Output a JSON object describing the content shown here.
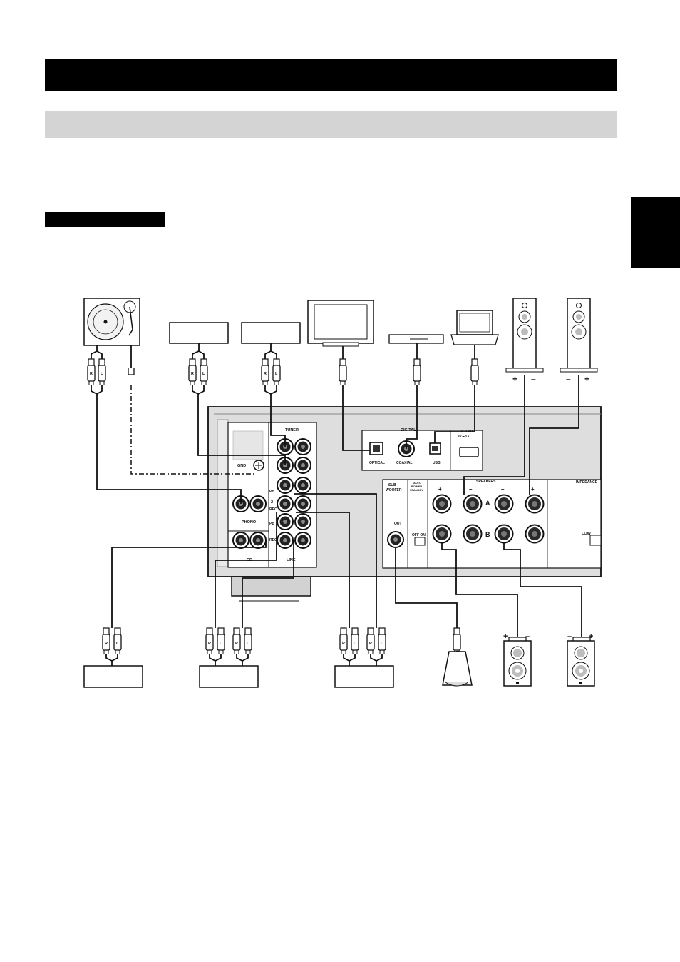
{
  "panel": {
    "tuner": "TUNER",
    "gnd": "GND",
    "phono": "PHONO",
    "cd": "CD",
    "line": "LINE",
    "line1": "1",
    "line2": "2",
    "pb1": "PB",
    "pb2": "PB",
    "rec1": "REC",
    "rec2": "REC",
    "digital": "DIGITAL",
    "optical": "OPTICAL",
    "coaxial": "COAXIAL",
    "usb": "USB",
    "dc_out": "DC OUT",
    "dc_out_spec": "5V ━ 1A",
    "subwoofer_1": "SUB",
    "subwoofer_2": "WOOFER",
    "out": "OUT",
    "auto_1": "AUTO",
    "auto_2": "POWER",
    "auto_3": "STANDBY",
    "off_on": "OFF ON",
    "speakers": "SPEAKERS",
    "speaker_a": "A",
    "speaker_b": "B",
    "impedance": "IMPEDANCE",
    "low": "LOW"
  },
  "plug_labels": {
    "right": "R",
    "left": "L"
  },
  "polarity": {
    "plus": "+",
    "minus": "–"
  }
}
